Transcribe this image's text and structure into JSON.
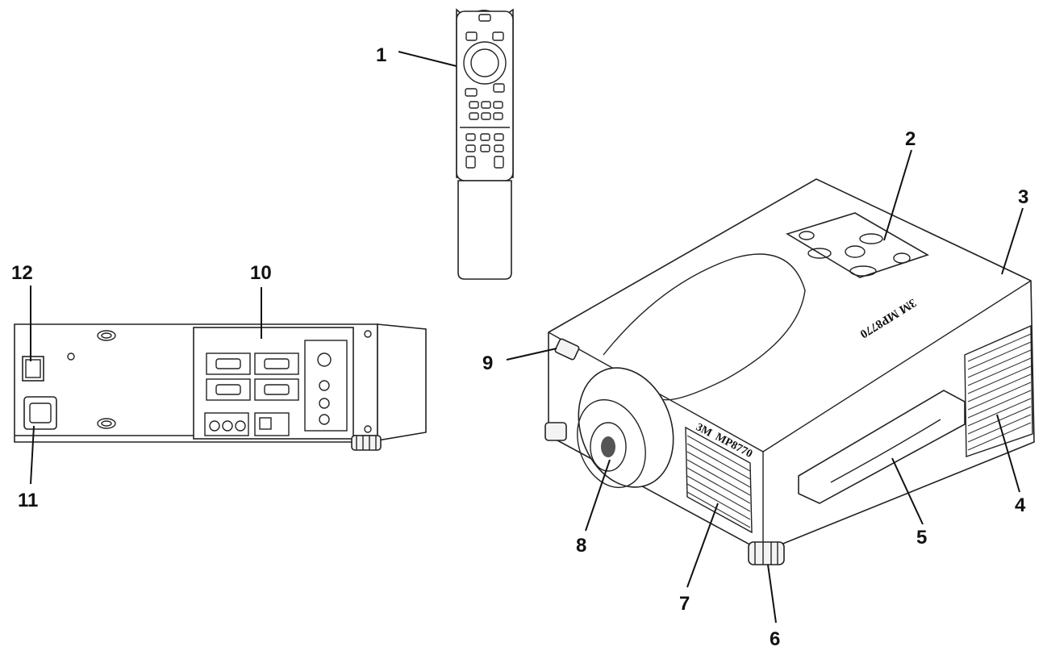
{
  "callouts": [
    {
      "id": "1",
      "label": "1"
    },
    {
      "id": "2",
      "label": "2"
    },
    {
      "id": "3",
      "label": "3"
    },
    {
      "id": "4",
      "label": "4"
    },
    {
      "id": "5",
      "label": "5"
    },
    {
      "id": "6",
      "label": "6"
    },
    {
      "id": "7",
      "label": "7"
    },
    {
      "id": "8",
      "label": "8"
    },
    {
      "id": "9",
      "label": "9"
    },
    {
      "id": "10",
      "label": "10"
    },
    {
      "id": "11",
      "label": "11"
    },
    {
      "id": "12",
      "label": "12"
    }
  ],
  "product_label": {
    "brand": "3M",
    "model": "MP8770"
  },
  "colors": {
    "line": "#111111",
    "background": "#ffffff"
  }
}
